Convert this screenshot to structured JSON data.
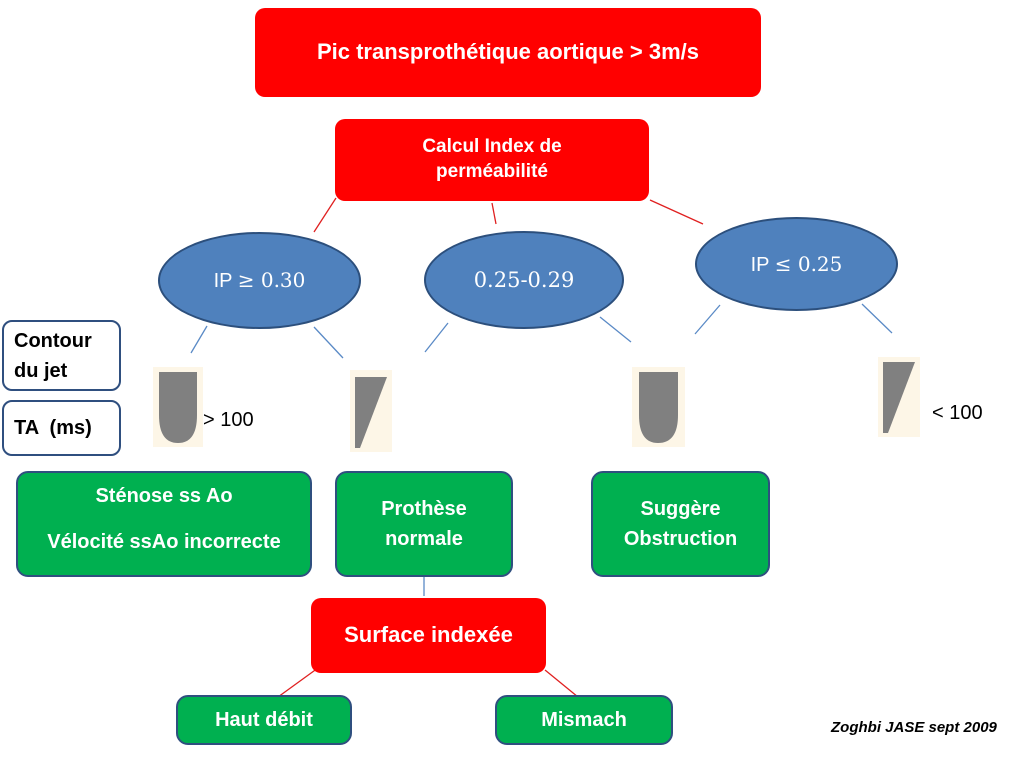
{
  "title": "Pic transprothétique aortique > 3m/s",
  "calc_box": {
    "line1": "Calcul Index de",
    "line2": "perméabilité"
  },
  "ellipses": {
    "left": {
      "prefix": "IP ",
      "symbol": "≥",
      "value": " 0.30"
    },
    "middle": {
      "text": "0.25-0.29"
    },
    "right": {
      "prefix": "IP ",
      "symbol": "≤",
      "value": " 0.25"
    }
  },
  "labels": {
    "contour_line1": "Contour",
    "contour_line2": "du jet",
    "ta": "TA  (ms)"
  },
  "ta_values": {
    "left": "> 100",
    "right": "< 100"
  },
  "outcomes": {
    "stenose_line1": "Sténose ss Ao",
    "stenose_line2": "Vélocité ssAo incorrecte",
    "normale_line1": "Prothèse",
    "normale_line2": "normale",
    "obstruction_line1": "Suggère",
    "obstruction_line2": "Obstruction"
  },
  "surface_box": "Surface indexée",
  "leaves": {
    "haut_debit": "Haut débit",
    "mismach": "Mismach"
  },
  "credit": "Zoghbi JASE sept 2009",
  "colors": {
    "red": "#ff0000",
    "blue_ellipse": "#4f81bd",
    "green": "#00b050",
    "border_navy": "#2f4f7f",
    "jet_shape": "#808080",
    "jet_background": "#fdf6e7"
  }
}
